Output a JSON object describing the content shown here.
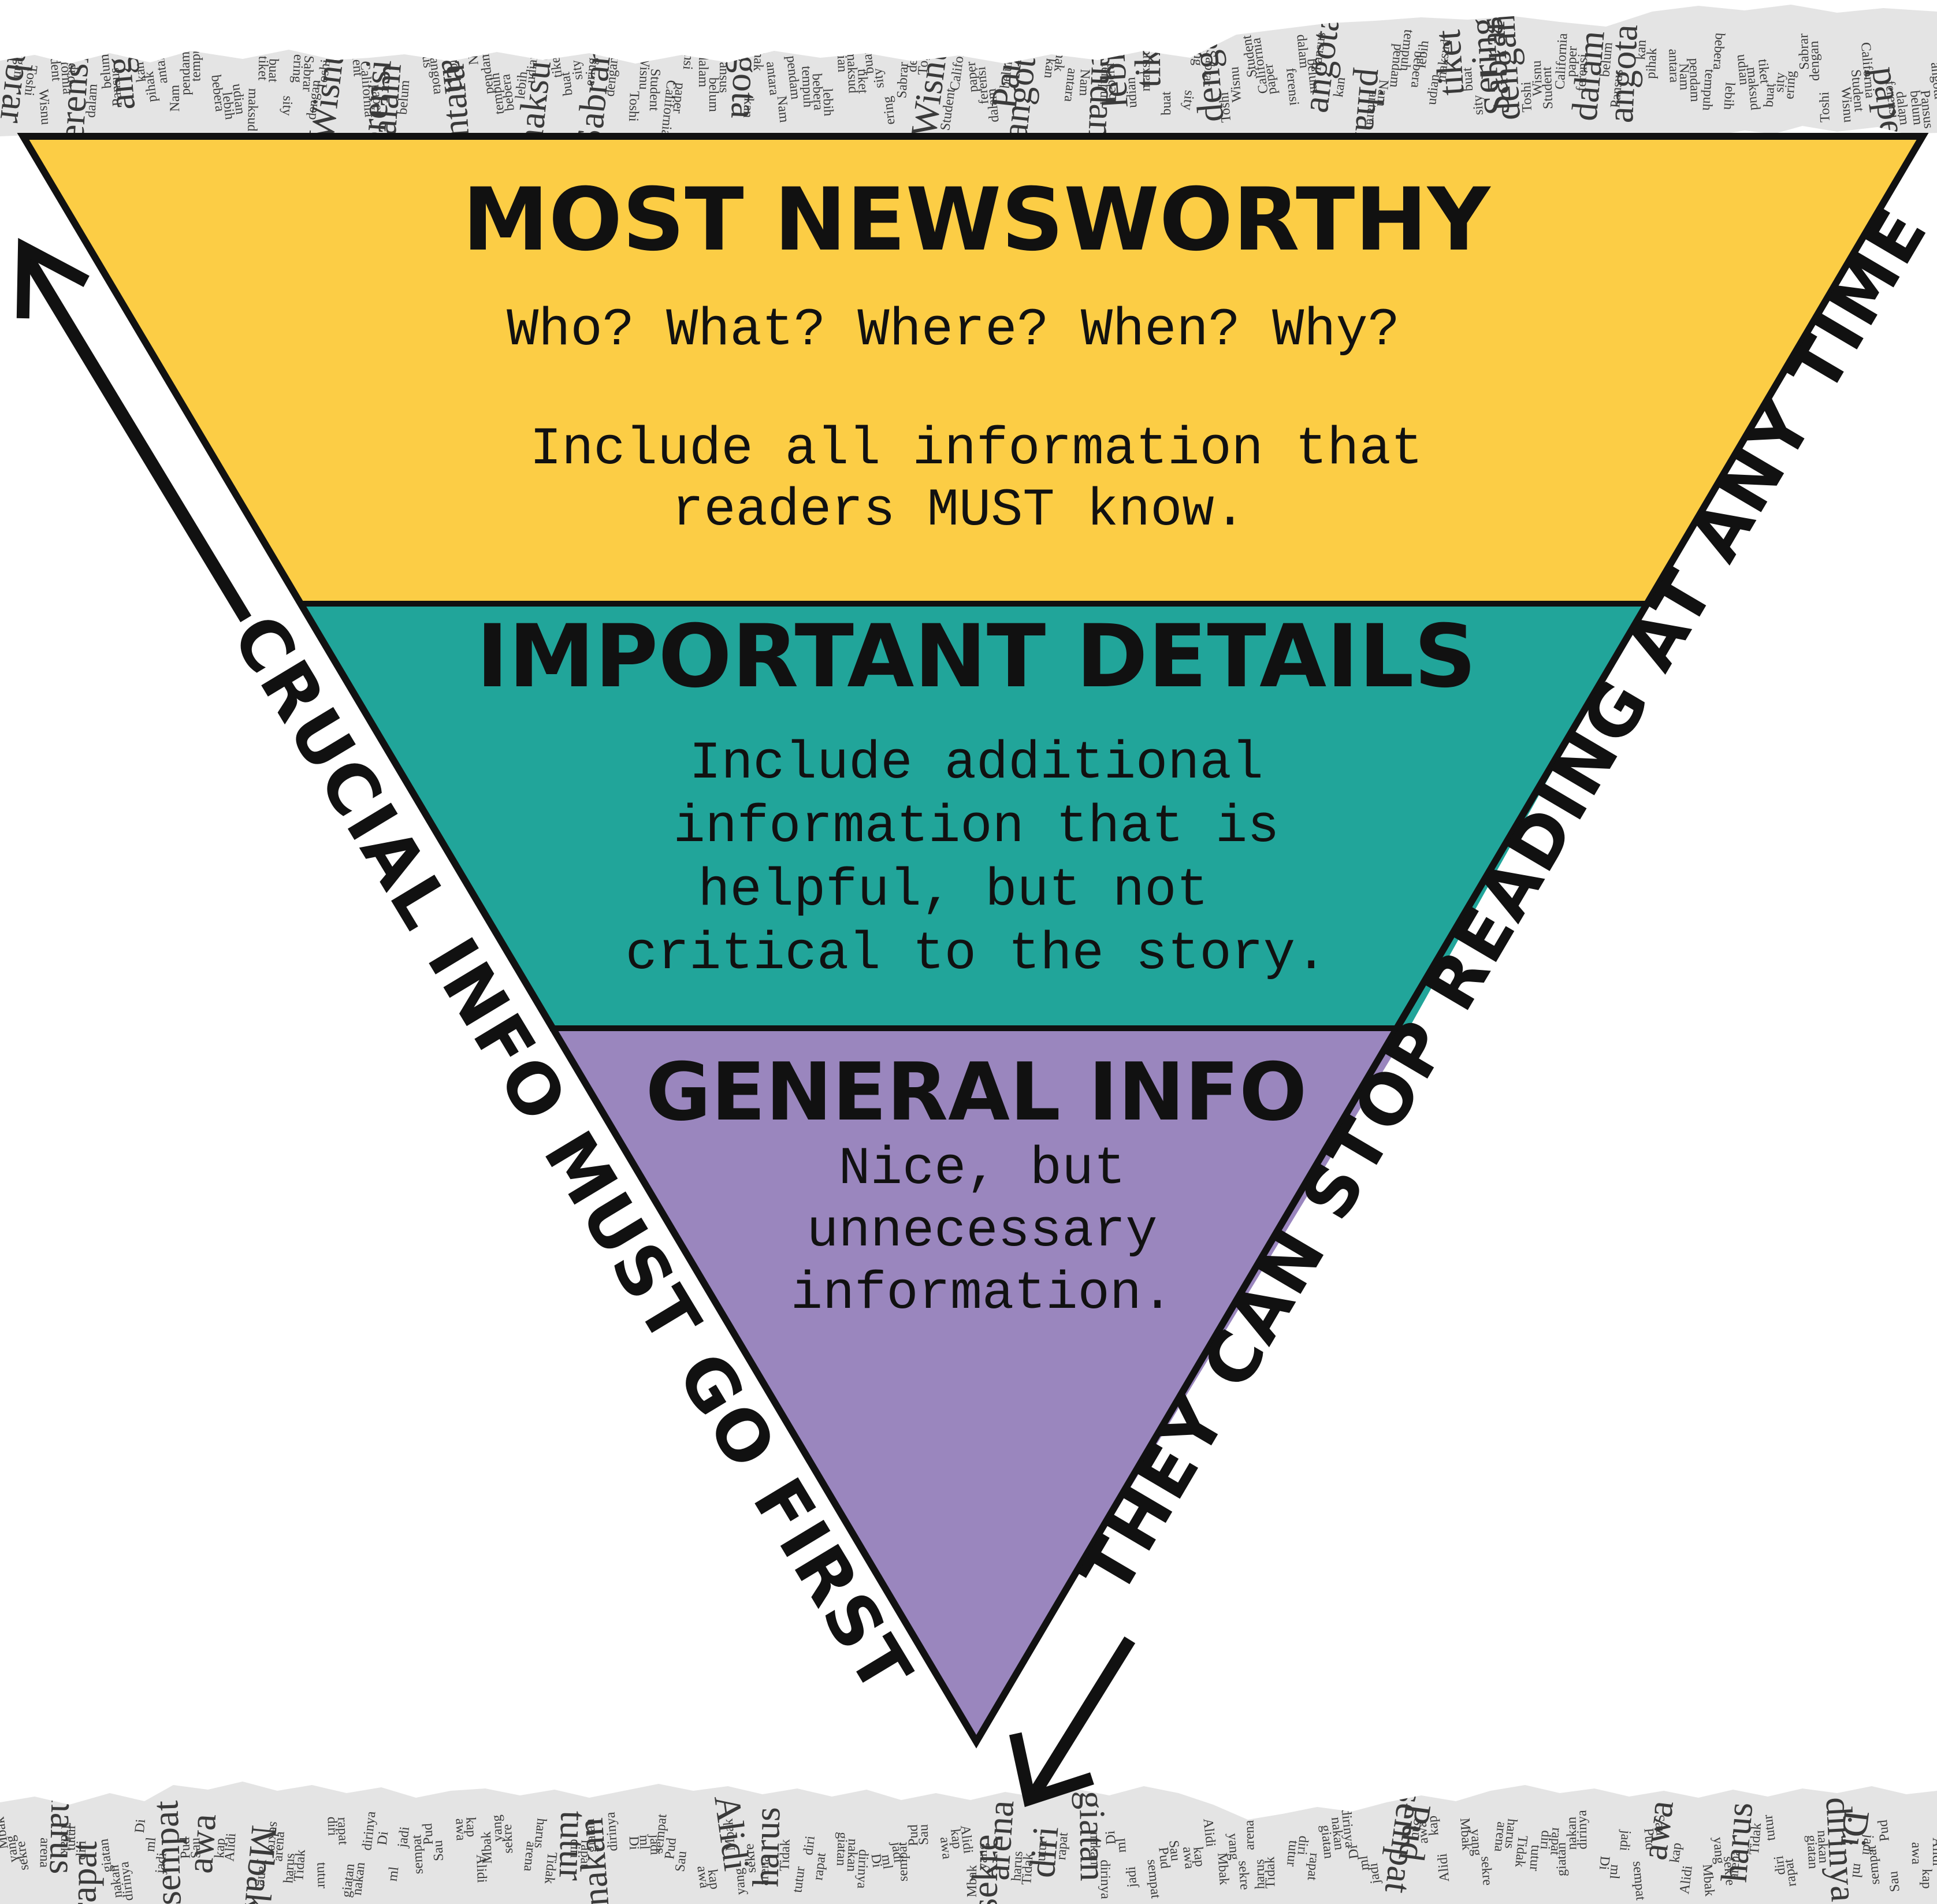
{
  "colors": {
    "tier1": "#FCCD45",
    "tier2": "#21A59A",
    "tier3": "#9A86BE",
    "outline": "#111111",
    "newspaper_paper": "#e4e4e4",
    "newspaper_ink": "#3a3a3a"
  },
  "pyramid": {
    "tiers": [
      {
        "heading": "MOST NEWSWORTHY",
        "lines": [
          "Who? What? Where? When? Why?",
          "",
          "Include all information that",
          "readers MUST know."
        ]
      },
      {
        "heading": "IMPORTANT DETAILS",
        "lines": [
          "Include additional",
          "information that is",
          "helpful, but not",
          "critical to the story."
        ]
      },
      {
        "heading": "GENERAL INFO",
        "lines": [
          "Nice, but",
          "unnecessary",
          "information."
        ]
      }
    ]
  },
  "left_label": "CRUCIAL INFO MUST GO FIRST",
  "right_label": "THEY CAN STOP READING AT ANY TIME",
  "icons": {
    "left_arrow": "arrow-up-left-icon",
    "right_arrow": "arrow-down-left-icon"
  },
  "newspaper_scraps": {
    "top_words": [
      "Sabrar",
      "dengan",
      "Toshi",
      "Wisnu",
      "Student",
      "California",
      "paper",
      "ferensi",
      "dalam",
      "belum",
      "Pansus",
      "angota",
      "kan",
      "pihak",
      "antara",
      "Nam",
      "pendam",
      "tempuh",
      "bebera",
      "lebih",
      "udian",
      "maksud",
      "tiket",
      "buat",
      "sity",
      "ering"
    ],
    "bottom_words": [
      "Mbak",
      "yang",
      "sekre",
      "arena",
      "harus",
      "Tidak",
      "tutur",
      "diri",
      "rapat",
      "giatan",
      "nakan",
      "dirinya",
      "Di",
      "ml",
      "jadi",
      "sempat",
      "Pud",
      "Sau",
      "awa",
      "kap",
      "Alidi"
    ]
  }
}
